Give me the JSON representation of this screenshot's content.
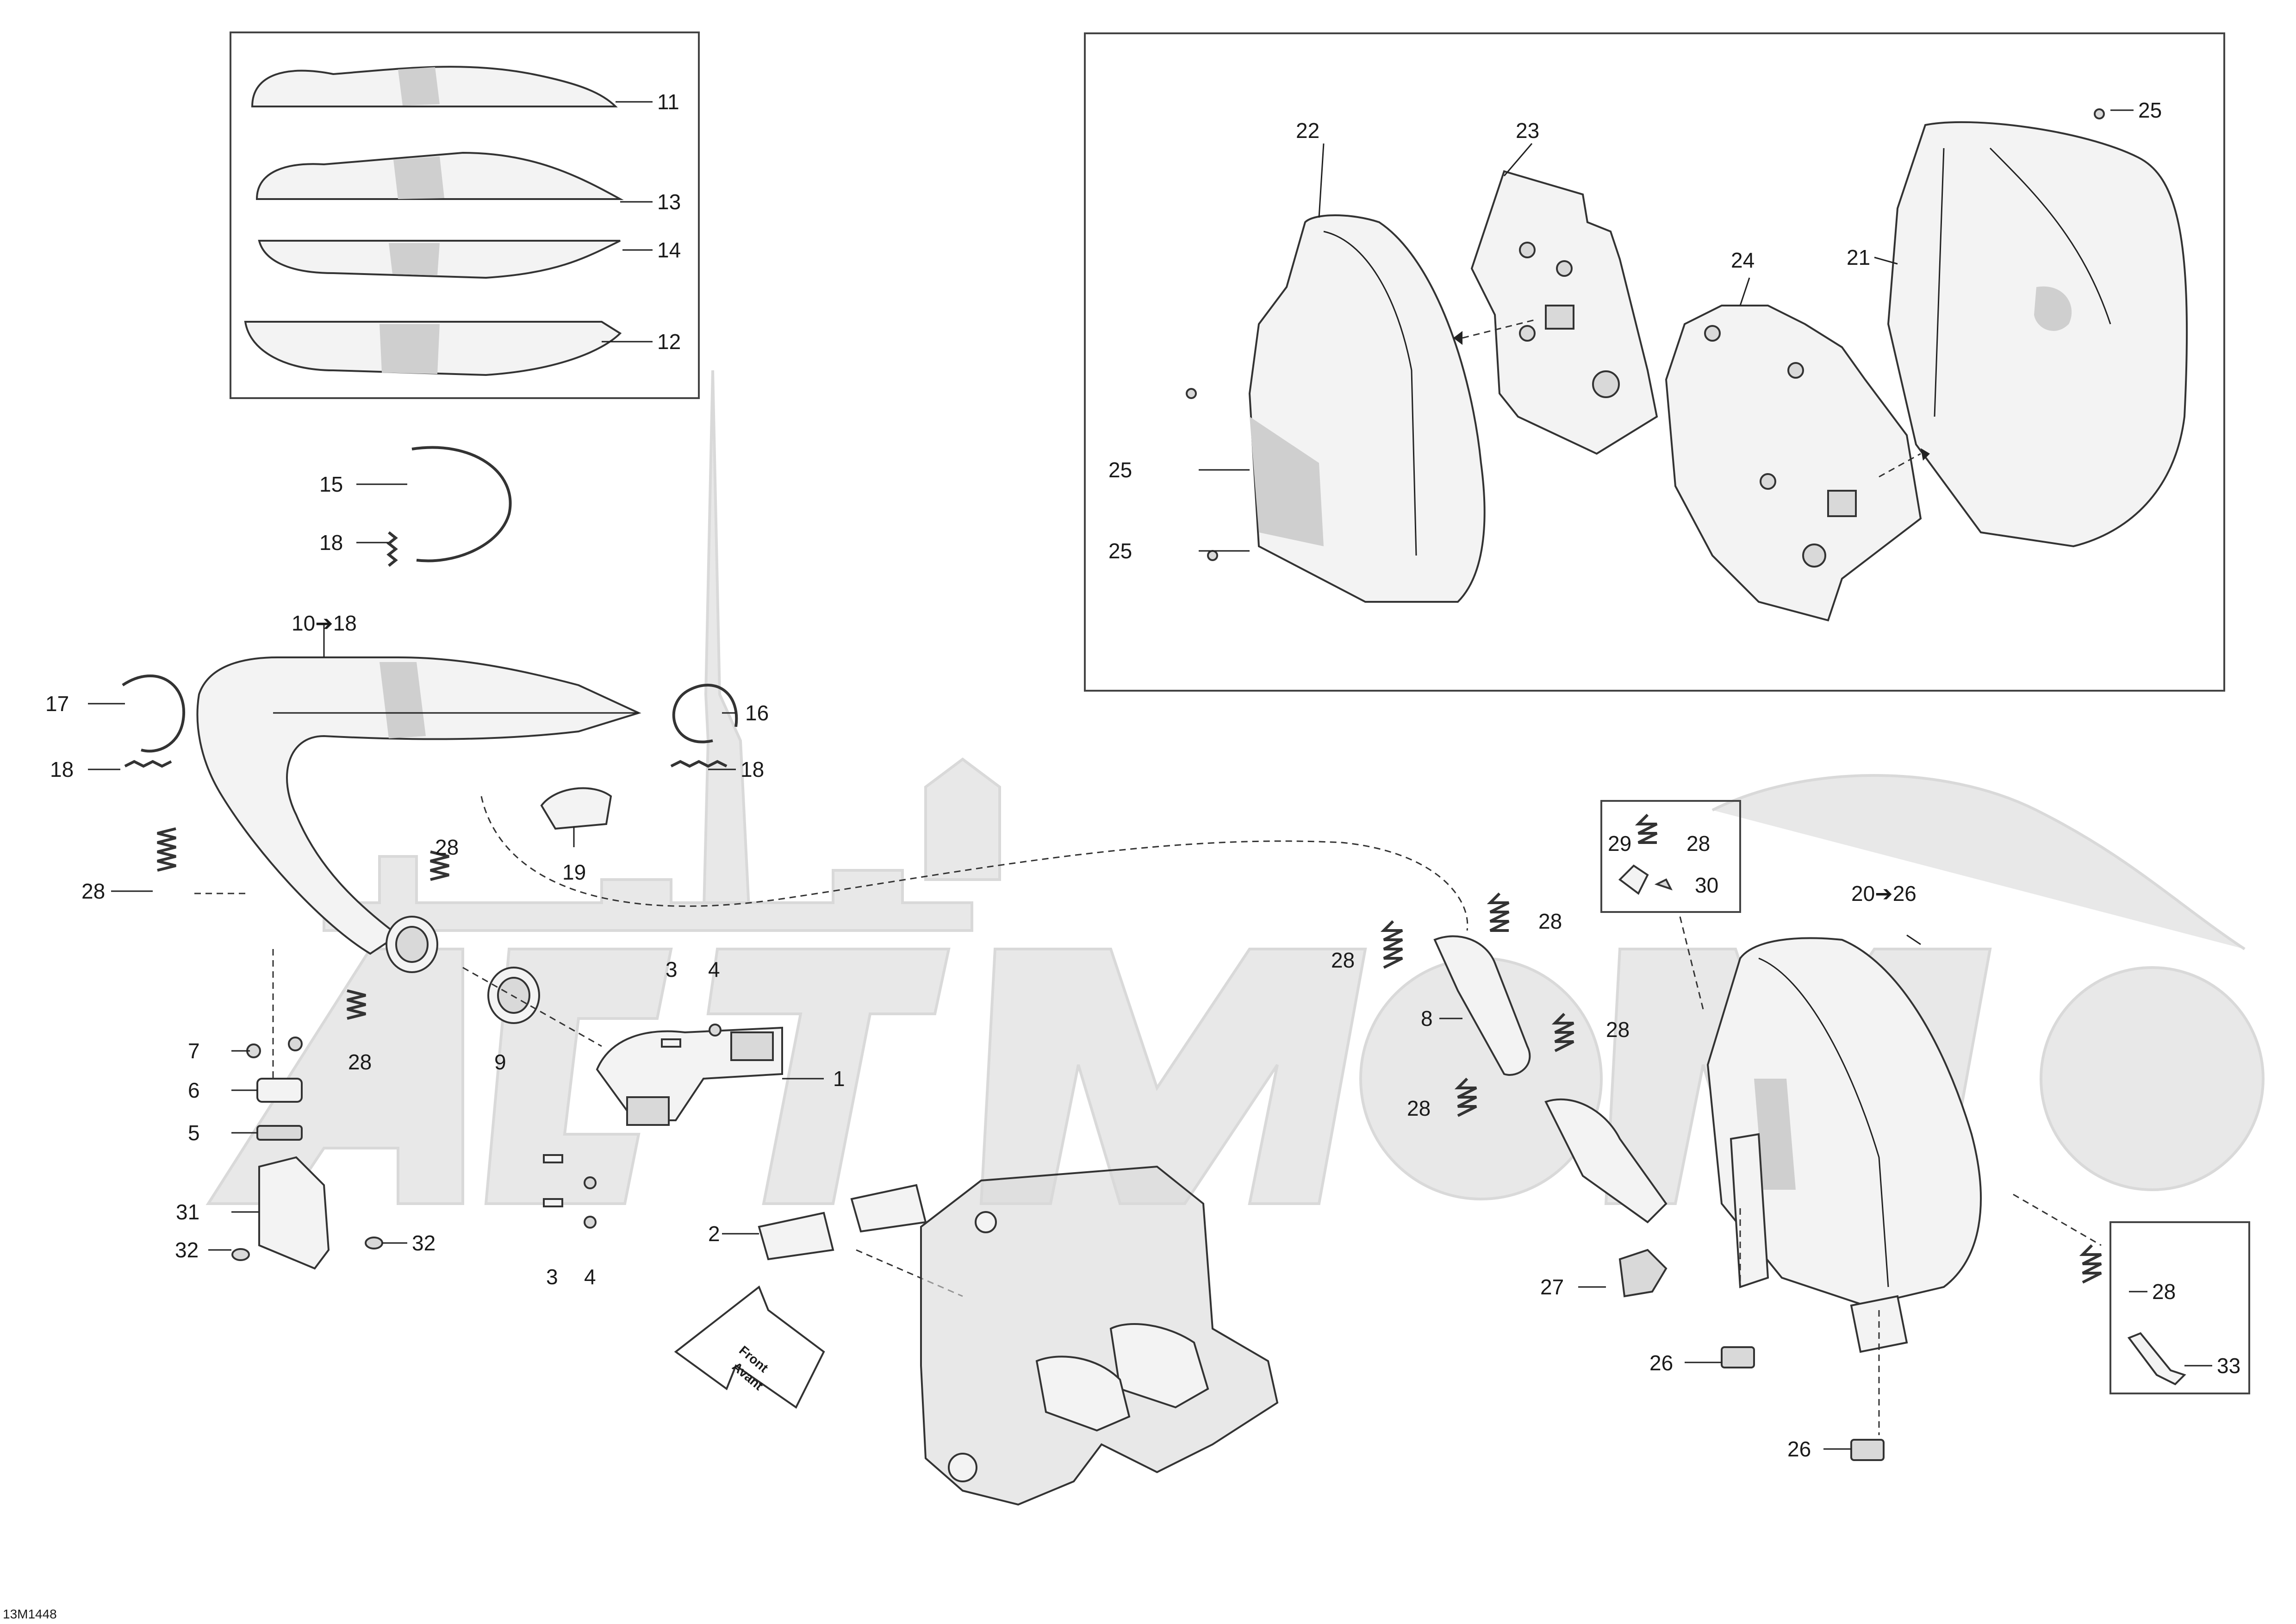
{
  "diagram_code": "13M1448",
  "front_arrow": {
    "line1": "Front",
    "line2": "Avant"
  },
  "callouts": {
    "c1": "1",
    "c2": "2",
    "c3a": "3",
    "c3b": "3",
    "c4a": "4",
    "c4b": "4",
    "c5": "5",
    "c6": "6",
    "c7": "7",
    "c8": "8",
    "c9": "9",
    "c10": "10➔18",
    "c11": "11",
    "c12": "12",
    "c13": "13",
    "c14": "14",
    "c15": "15",
    "c16": "16",
    "c17": "17",
    "c18a": "18",
    "c18b": "18",
    "c18c": "18",
    "c19": "19",
    "c20": "20➔26",
    "c21": "21",
    "c22": "22",
    "c23": "23",
    "c24": "24",
    "c25a": "25",
    "c25b": "25",
    "c25c": "25",
    "c26a": "26",
    "c26b": "26",
    "c27": "27",
    "c28a": "28",
    "c28b": "28",
    "c28c": "28",
    "c28d": "28",
    "c28e": "28",
    "c28f": "28",
    "c28g": "28",
    "c28h": "28",
    "c28i": "28",
    "c29": "29",
    "c30": "30",
    "c31": "31",
    "c32a": "32",
    "c32b": "32",
    "c33": "33"
  }
}
